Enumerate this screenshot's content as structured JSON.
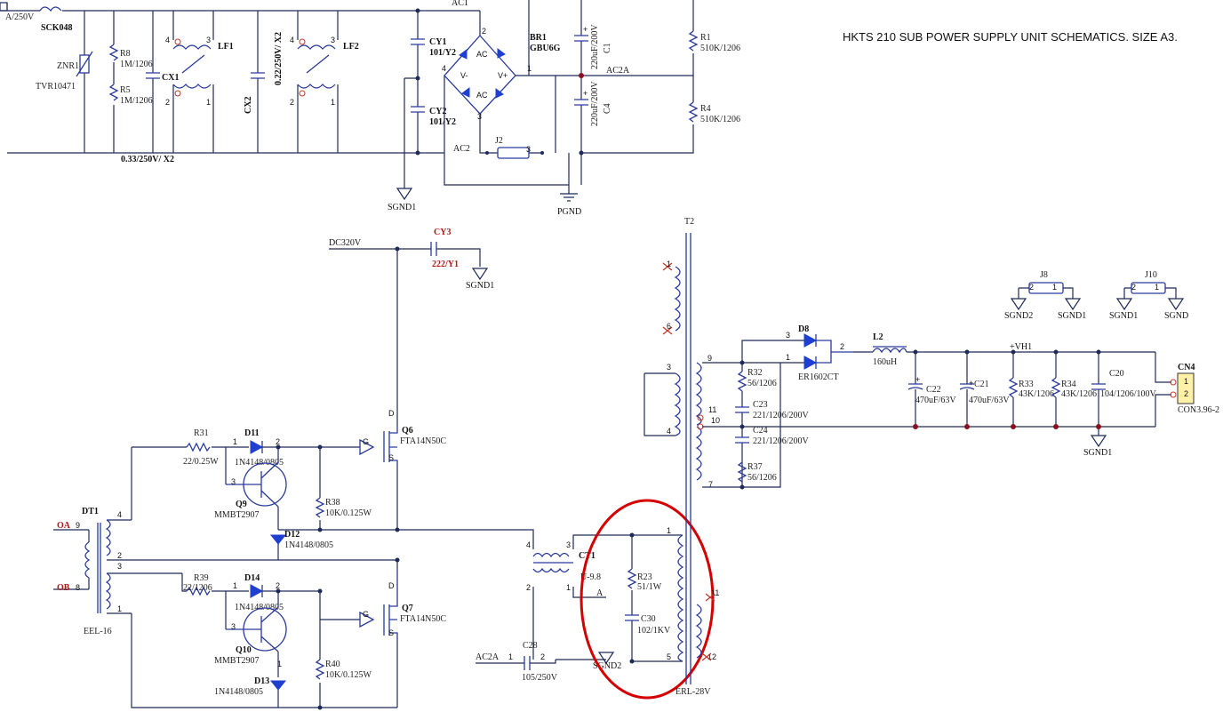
{
  "title": "HKTS 210 SUB POWER SUPPLY UNIT SCHEMATICS. SIZE A3.",
  "nets": {
    "ac1": "AC1",
    "ac2": "AC2",
    "ac2a": "AC2A",
    "ac2a_c28": "AC2A",
    "dc320v": "DC320V",
    "vh1": "+VH1",
    "oa": "OA",
    "ob": "OB",
    "a": "A",
    "input_rating": "A/250V"
  },
  "grounds": {
    "sgnd1_a": "SGND1",
    "pgnd": "PGND",
    "sgnd1_cy3": "SGND1",
    "sgnd2_j8": "SGND2",
    "sgnd1_j8": "SGND1",
    "sgnd1_j10": "SGND1",
    "sgnd_j10": "SGND",
    "sgnd1_out": "SGND1",
    "sgnd2_c28": "SGND2"
  },
  "parts": {
    "sck": {
      "value": "SCK048"
    },
    "znr1": {
      "ref": "ZNR1",
      "value": "TVR10471"
    },
    "r8": {
      "ref": "R8",
      "value": "1M/1206"
    },
    "r5": {
      "ref": "R5",
      "value": "1M/1206"
    },
    "cx1": {
      "ref": "CX1",
      "value": "0.33/250V/ X2"
    },
    "lf1": {
      "ref": "LF1"
    },
    "cx2": {
      "ref": "CX2",
      "value": "0.22/250V/ X2"
    },
    "lf2": {
      "ref": "LF2"
    },
    "cy1": {
      "ref": "CY1",
      "value": "101/Y2"
    },
    "cy2": {
      "ref": "CY2",
      "value": "101/Y2"
    },
    "br1": {
      "ref": "BR1",
      "value": "GBU6G",
      "ac_top": "AC",
      "ac_bottom": "AC",
      "vminus": "V-",
      "vplus": "V+"
    },
    "j2": {
      "ref": "J2"
    },
    "c1": {
      "ref": "C1",
      "value": "220uF/200V"
    },
    "c4": {
      "ref": "C4",
      "value": "220uF/200V"
    },
    "r1": {
      "ref": "R1",
      "value": "510K/1206"
    },
    "r4": {
      "ref": "R4",
      "value": "510K/1206"
    },
    "cy3": {
      "ref": "CY3",
      "value": "222/Y1"
    },
    "t2": {
      "ref": "T2",
      "value": "ERL-28V"
    },
    "dt1": {
      "ref": "DT1",
      "value": "EEL-16"
    },
    "r31": {
      "ref": "R31",
      "value": "22/0.25W"
    },
    "d11": {
      "ref": "D11",
      "value": "1N4148/0805"
    },
    "q9": {
      "ref": "Q9",
      "value": "MMBT2907"
    },
    "r38": {
      "ref": "R38",
      "value": "10K/0.125W"
    },
    "d12": {
      "ref": "D12",
      "value": "1N4148/0805"
    },
    "q6": {
      "ref": "Q6",
      "value": "FTA14N50C"
    },
    "r39": {
      "ref": "R39",
      "value": "22/1206"
    },
    "d14": {
      "ref": "D14",
      "value": "1N4148/0805"
    },
    "q10": {
      "ref": "Q10",
      "value": "MMBT2907"
    },
    "r40": {
      "ref": "R40",
      "value": "10K/0.125W"
    },
    "d13": {
      "ref": "D13",
      "value": "1N4148/0805"
    },
    "q7": {
      "ref": "Q7",
      "value": "FTA14N50C"
    },
    "ct1": {
      "ref": "CT1",
      "value": "U-9.8"
    },
    "c28": {
      "ref": "C28",
      "value": "105/250V"
    },
    "r23": {
      "ref": "R23",
      "value": "51/1W"
    },
    "c30": {
      "ref": "C30",
      "value": "102/1KV"
    },
    "d8": {
      "ref": "D8",
      "value": "ER1602CT"
    },
    "l2": {
      "ref": "L2",
      "value": "160uH"
    },
    "r32": {
      "ref": "R32",
      "value": "56/1206"
    },
    "c23": {
      "ref": "C23",
      "value": "221/1206/200V"
    },
    "c24": {
      "ref": "C24",
      "value": "221/1206/200V"
    },
    "r37": {
      "ref": "R37",
      "value": "56/1206"
    },
    "c22": {
      "ref": "C22",
      "value": "470uF/63V"
    },
    "c21": {
      "ref": "C21",
      "value": "470uF/63V"
    },
    "r33": {
      "ref": "R33",
      "value": "43K/1206"
    },
    "r34": {
      "ref": "R34",
      "value": "43K/1206"
    },
    "c20": {
      "ref": "C20",
      "value": "104/1206/100V"
    },
    "cn4": {
      "ref": "CN4",
      "value": "CON3.96-2"
    },
    "j8": {
      "ref": "J8"
    },
    "j10": {
      "ref": "J10"
    }
  },
  "pin_labels": {
    "n1": "1",
    "n2": "2",
    "n3": "3",
    "n4": "4",
    "n5": "5",
    "n6": "6",
    "n7": "7",
    "n8": "8",
    "n9": "9",
    "n10": "10",
    "n11": "11",
    "n12": "12",
    "g": "G",
    "d": "D",
    "s": "S",
    "plus": "+"
  }
}
